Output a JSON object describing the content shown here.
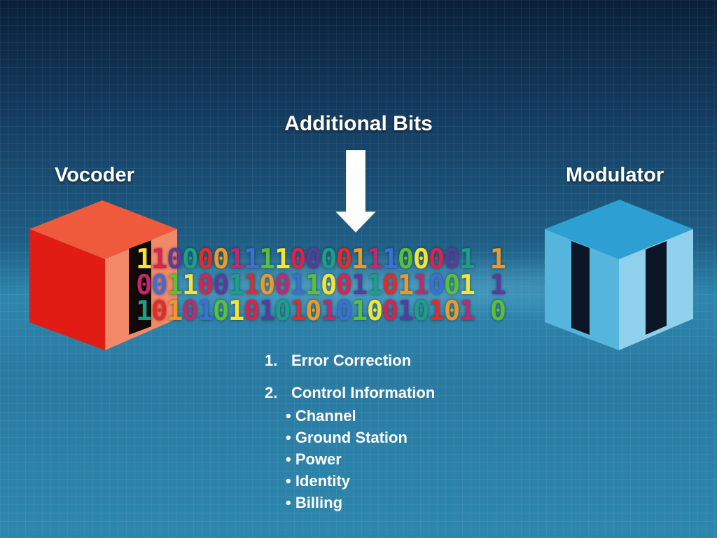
{
  "title": "Additional Bits",
  "left_box": {
    "label": "Vocoder",
    "color": "#e22418"
  },
  "right_box": {
    "label": "Modulator",
    "color": "#2aa0d4"
  },
  "binary_rows": [
    "1100001111000011100001 1",
    "0011001100110011011001 1",
    "1010101010101010010101 0"
  ],
  "binary_palette": [
    "#f4e33a",
    "#e99a2b",
    "#d9224f",
    "#c1286e",
    "#5a3b9d",
    "#3b6fd7",
    "#1e9e86",
    "#5abf3a",
    "#e52a2a"
  ],
  "list": [
    {
      "num": "1.",
      "text": "Error Correction"
    },
    {
      "num": "2.",
      "text": "Control Information"
    }
  ],
  "sub_items": [
    "• Channel",
    "• Ground Station",
    "• Power",
    "• Identity",
    "• Billing"
  ]
}
